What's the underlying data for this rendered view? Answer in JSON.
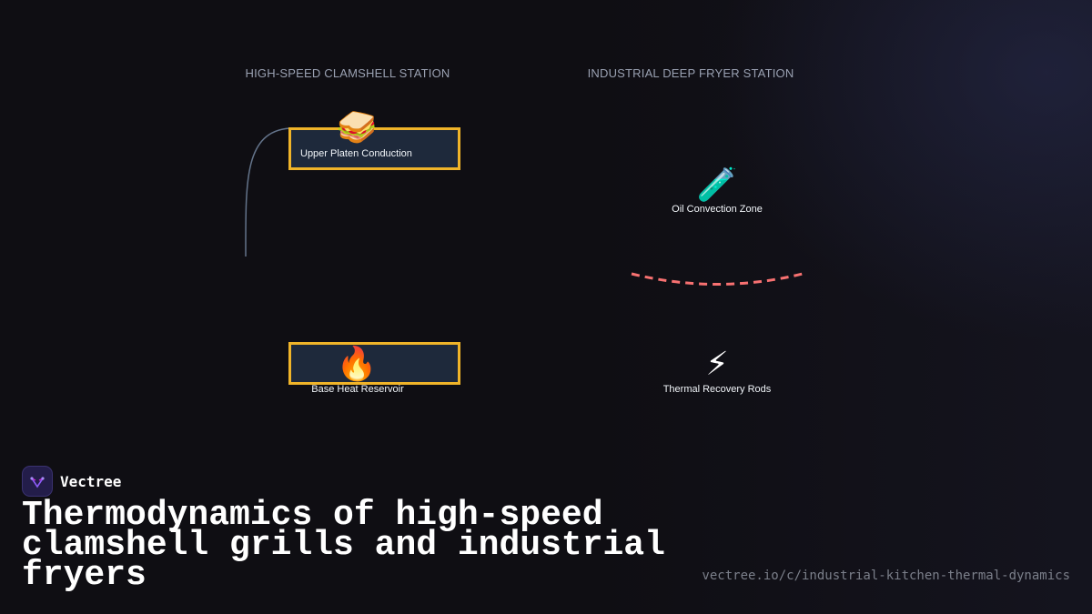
{
  "diagram": {
    "stations": [
      {
        "title": "HIGH-SPEED CLAMSHELL STATION"
      },
      {
        "title": "INDUSTRIAL DEEP FRYER STATION"
      }
    ],
    "nodes": [
      {
        "label": "Upper Platen Conduction",
        "icon": "sandwich-icon",
        "glyph": "🥪"
      },
      {
        "label": "Base Heat Reservoir",
        "icon": "fire-icon",
        "glyph": "🔥"
      },
      {
        "label": "Oil Convection Zone",
        "icon": "test-tube-icon",
        "glyph": "🧪"
      },
      {
        "label": "Thermal Recovery Rods",
        "icon": "lightning-icon",
        "glyph": "⚡"
      }
    ],
    "colors": {
      "plate_fill": "#1e293b",
      "plate_border": "#f0b429",
      "heat_link": "#f87171",
      "conduction_link": "#64748b"
    }
  },
  "brand": {
    "name": "Vectree"
  },
  "headline": "Thermodynamics of high-speed clamshell grills and industrial fryers",
  "url": "vectree.io/c/industrial-kitchen-thermal-dynamics"
}
